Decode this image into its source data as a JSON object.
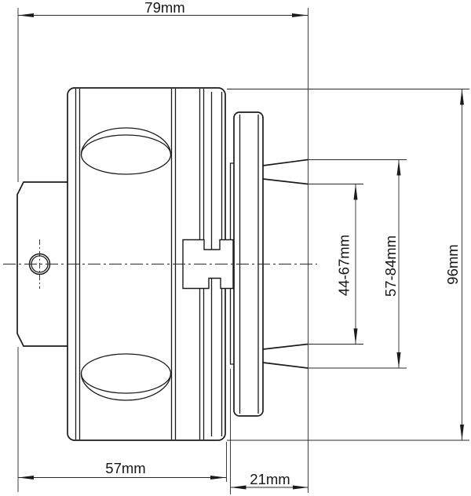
{
  "drawing": {
    "title": "shaft-coupling-side-view",
    "units": "mm",
    "colors": {
      "line": "#1b1b1b",
      "background": "#ffffff"
    },
    "dims": {
      "width_total": "79mm",
      "width_body": "57mm",
      "width_cone": "21mm",
      "height_total": "96mm",
      "clamp_inner": "44-67mm",
      "clamp_outer": "57-84mm"
    }
  }
}
